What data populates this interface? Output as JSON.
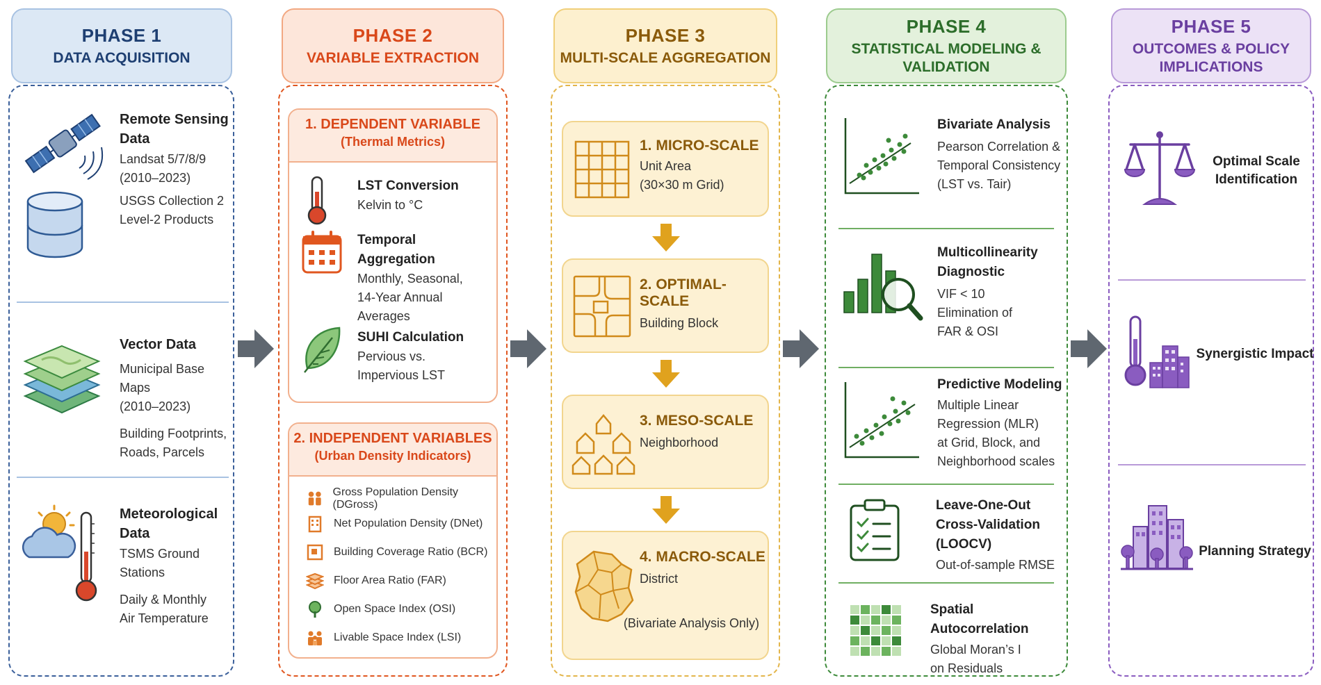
{
  "phase1": {
    "title": "PHASE 1",
    "subtitle": "DATA ACQUISITION",
    "sections": [
      {
        "title": [
          "Remote Sensing",
          "Data"
        ],
        "lines": [
          "Landsat 5/7/8/9",
          "(2010–2023)",
          "USGS Collection 2",
          "Level-2 Products"
        ]
      },
      {
        "title": [
          "Vector Data"
        ],
        "lines": [
          "Municipal Base Maps",
          "(2010–2023)",
          "Building Footprints,",
          "Roads, Parcels"
        ]
      },
      {
        "title": [
          "Meteorological",
          "Data"
        ],
        "lines": [
          "TSMS Ground",
          "Stations",
          "Daily & Monthly",
          "Air Temperature"
        ]
      }
    ]
  },
  "phase2": {
    "title": "PHASE 2",
    "subtitle": "VARIABLE EXTRACTION",
    "dependent": {
      "title": "1. DEPENDENT VARIABLE",
      "subtitle": "(Thermal Metrics)",
      "items": [
        {
          "title": "LST Conversion",
          "lines": [
            "Kelvin to °C"
          ]
        },
        {
          "title": "Temporal Aggregation",
          "lines": [
            "Monthly, Seasonal,",
            "14-Year Annual",
            "Averages"
          ]
        },
        {
          "title": "SUHI Calculation",
          "lines": [
            "Pervious vs.",
            "Impervious LST"
          ]
        }
      ]
    },
    "independent": {
      "title": "2. INDEPENDENT VARIABLES",
      "subtitle": "(Urban Density Indicators)",
      "items": [
        "Gross Population Density (DGross)",
        "Net Population Density (DNet)",
        "Building Coverage Ratio (BCR)",
        "Floor Area Ratio (FAR)",
        "Open Space Index (OSI)",
        "Livable Space Index (LSI)"
      ]
    }
  },
  "phase3": {
    "title": "PHASE 3",
    "subtitle": "MULTI-SCALE AGGREGATION",
    "scales": [
      {
        "title": "1. MICRO-SCALE",
        "lines": [
          "Unit Area",
          "(30×30 m Grid)"
        ]
      },
      {
        "title": "2. OPTIMAL-SCALE",
        "lines": [
          "Building Block"
        ]
      },
      {
        "title": "3. MESO-SCALE",
        "lines": [
          "Neighborhood"
        ]
      },
      {
        "title": "4. MACRO-SCALE",
        "lines": [
          "District"
        ],
        "note": "(Bivariate Analysis Only)"
      }
    ]
  },
  "phase4": {
    "title": "PHASE 4",
    "subtitle": [
      "STATISTICAL MODELING &",
      "VALIDATION"
    ],
    "items": [
      {
        "title": [
          "Bivariate Analysis"
        ],
        "lines": [
          "Pearson Correlation &",
          "Temporal Consistency",
          "(LST vs. Tair)"
        ]
      },
      {
        "title": [
          "Multicollinearity",
          "Diagnostic"
        ],
        "lines": [
          "VIF < 10",
          "Elimination of",
          "FAR & OSI"
        ]
      },
      {
        "title": [
          "Predictive Modeling"
        ],
        "lines": [
          "Multiple Linear",
          "Regression (MLR)",
          "at Grid, Block, and",
          "Neighborhood scales"
        ]
      },
      {
        "title": [
          "Leave-One-Out",
          "Cross-Validation",
          "(LOOCV)"
        ],
        "lines": [
          "Out-of-sample RMSE"
        ]
      },
      {
        "title": [
          "Spatial Autocorrelation"
        ],
        "lines": [
          "Global Moran’s I",
          "on Residuals"
        ]
      }
    ]
  },
  "phase5": {
    "title": "PHASE 5",
    "subtitle": [
      "OUTCOMES & POLICY",
      "IMPLICATIONS"
    ],
    "items": [
      {
        "lines": [
          "Optimal Scale",
          "Identification"
        ]
      },
      {
        "lines": [
          "Synergistic Impact"
        ]
      },
      {
        "lines": [
          "Planning Strategy"
        ]
      }
    ]
  },
  "colors": {
    "phase1": "#2e5a94",
    "phase2": "#e0561f",
    "phase3": "#c98a10",
    "phase4": "#3d8a3a",
    "phase5": "#7a4fa8"
  }
}
